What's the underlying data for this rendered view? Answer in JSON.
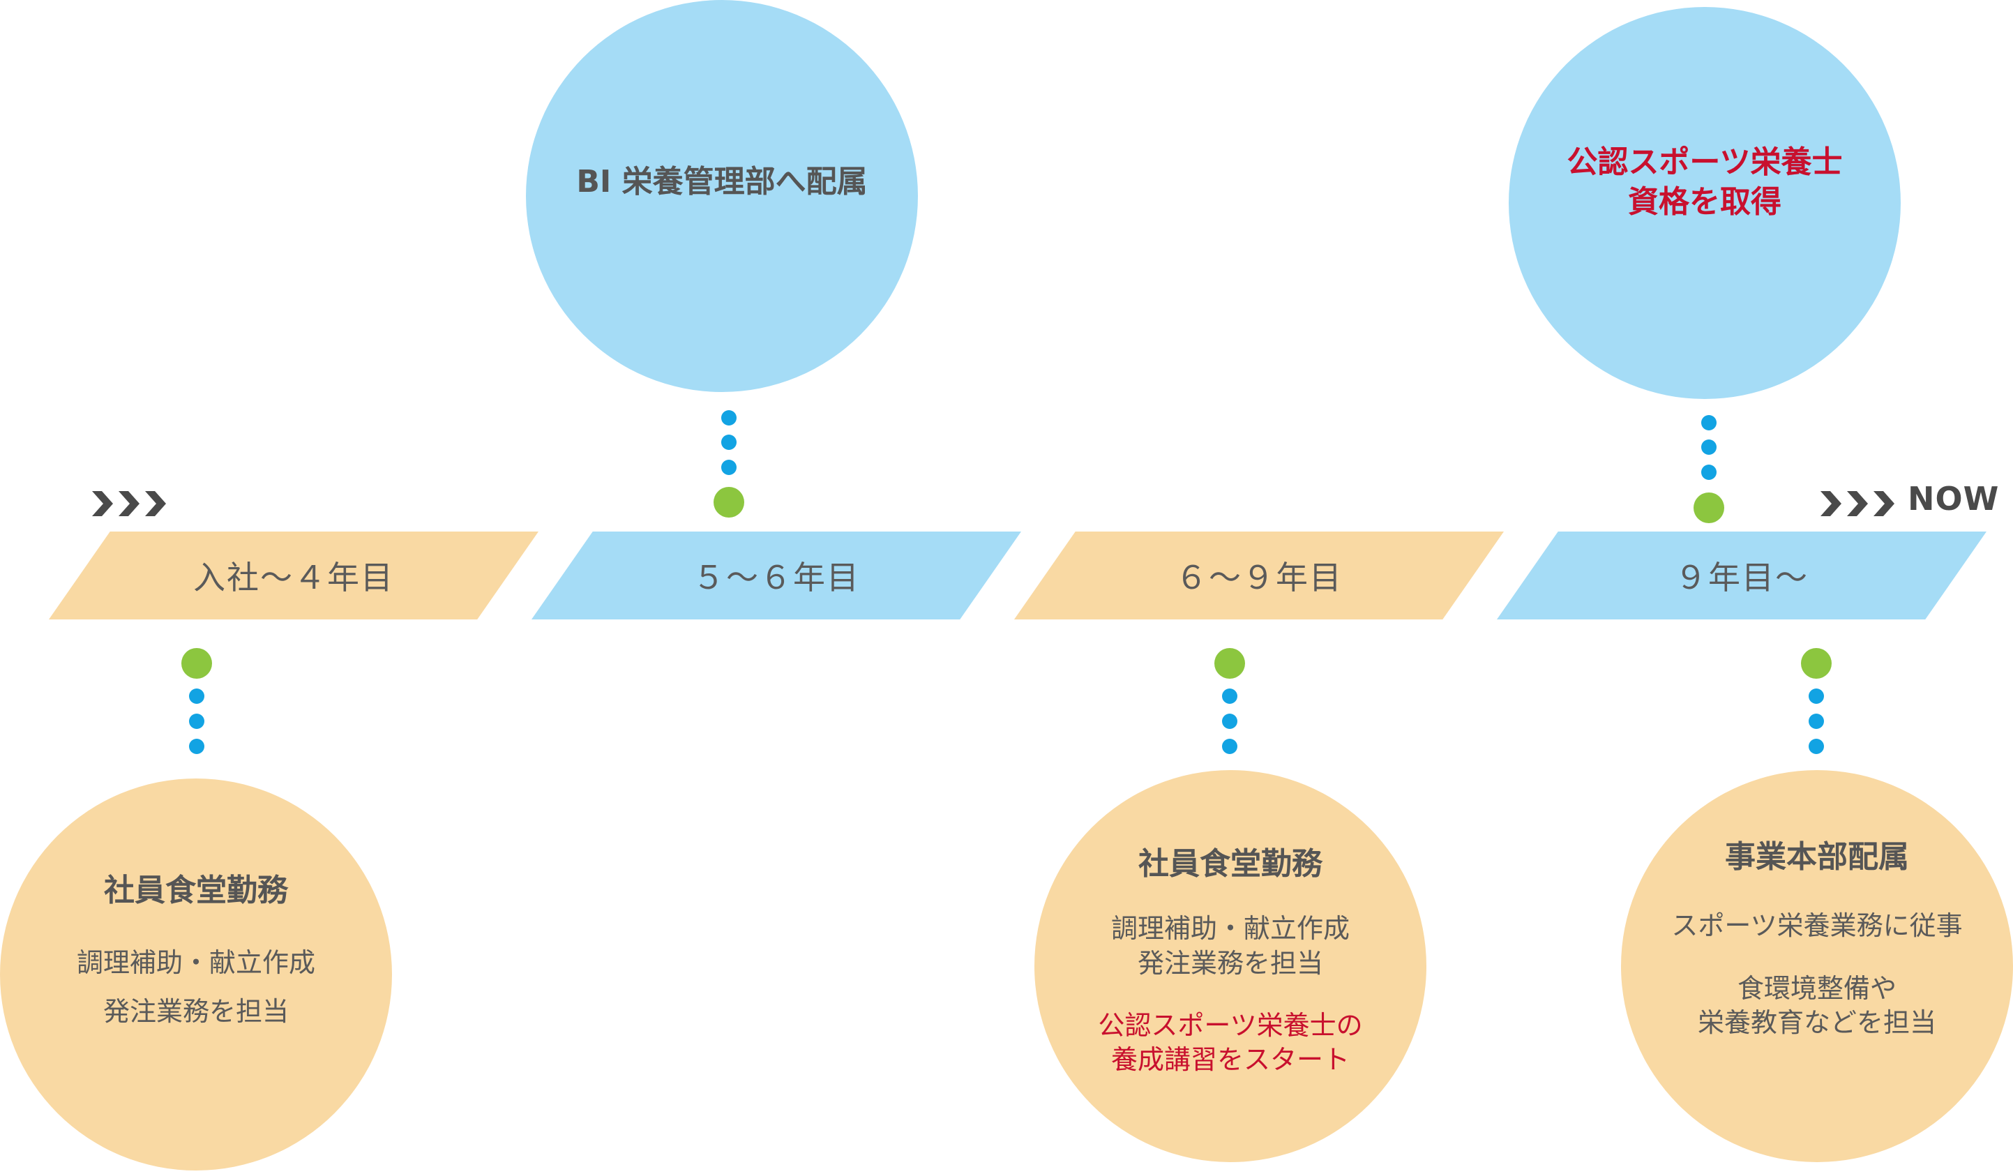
{
  "timeline": {
    "periods": [
      {
        "label": "入社〜４年目",
        "color": "orange"
      },
      {
        "label": "５〜６年目",
        "color": "blue"
      },
      {
        "label": "６〜９年目",
        "color": "orange"
      },
      {
        "label": "９年目〜",
        "color": "blue"
      }
    ],
    "now_label": "NOW"
  },
  "events": {
    "bi_assignment": {
      "title": "BI 栄養管理部へ配属"
    },
    "sports_qualification": {
      "title_line1": "公認スポーツ栄養士",
      "title_line2": "資格を取得"
    },
    "cafeteria_1": {
      "title": "社員食堂勤務",
      "line1": "調理補助・献立作成",
      "line2": "発注業務を担当"
    },
    "cafeteria_2": {
      "title": "社員食堂勤務",
      "line1": "調理補助・献立作成",
      "line2": "発注業務を担当",
      "red_line1": "公認スポーツ栄養士の",
      "red_line2": "養成講習をスタート"
    },
    "headquarters": {
      "title": "事業本部配属",
      "line1": "スポーツ栄養業務に従事",
      "line2": "食環境整備や",
      "line3": "栄養教育などを担当"
    }
  },
  "colors": {
    "orange": "#f9d9a3",
    "blue": "#a5dcf6",
    "dot_blue": "#12a3e3",
    "dot_green": "#8cc63f",
    "accent_red": "#c8102e",
    "text_gray": "#5a5a5a"
  }
}
